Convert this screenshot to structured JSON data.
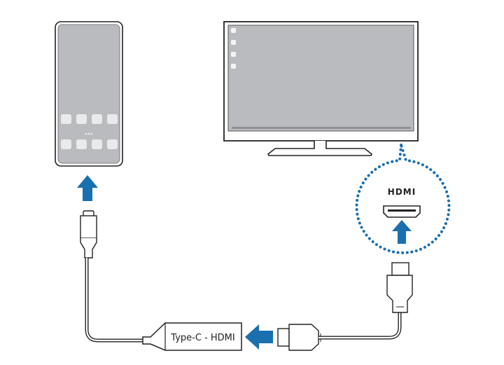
{
  "diagram": {
    "adapter_label": "Type-C - HDMI",
    "port_label": "HDMI",
    "colors": {
      "arrow": "#1a6faf",
      "dotted_callout": "#1a6faf",
      "screen_fill": "#b9bbbe",
      "outline": "#1a1a1a",
      "icon_fill": "#e9eaeb"
    },
    "phone": {
      "app_rows": 2,
      "apps_per_row": 4
    },
    "tv": {
      "sidebar_icons": 4
    },
    "arrows": [
      {
        "name": "into-phone",
        "direction": "up"
      },
      {
        "name": "into-hdmi-port",
        "direction": "up"
      },
      {
        "name": "into-adapter",
        "direction": "left"
      }
    ]
  }
}
